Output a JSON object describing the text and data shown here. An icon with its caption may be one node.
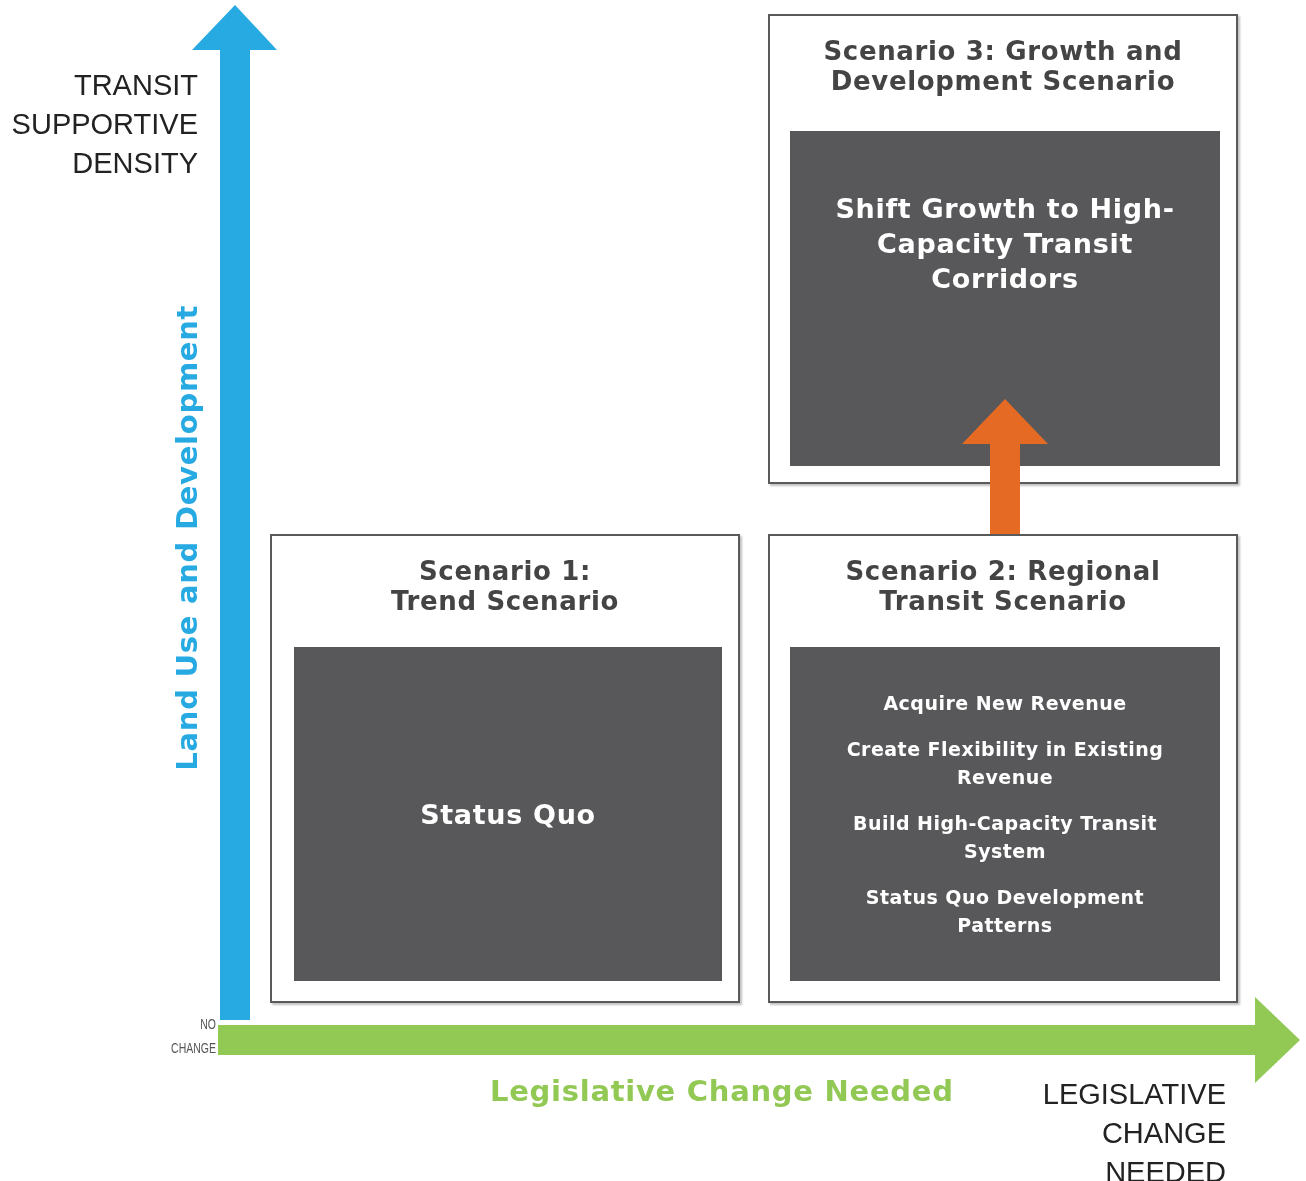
{
  "diagram": {
    "nodes": [
      {
        "text": [
          "Scenario 1: Trend Scenario"
        ]
      },
      {
        "text": [
          "Status Quo"
        ],
        "in": 0
      },
      {
        "text": [
          "Scenario 2: Regional Transit Scenario"
        ]
      },
      {
        "text": [
          "Acquire New Revenue",
          "Create Flexibility in Existing Revenue",
          "Build High-Capacity Transit System",
          "Status Quo Development Patterns"
        ],
        "in": 2
      },
      {
        "text": [
          "Scenario 3: Growth and Development Scenario"
        ]
      },
      {
        "text": [
          "Shift Growth to High-Capacity Transit Corridors"
        ],
        "in": 4
      }
    ],
    "edges": [
      {
        "from": 2,
        "to": 5,
        "arrow": "to",
        "color": "#e56b24"
      }
    ],
    "labels": [
      "TRANSIT SUPPORTIVE DENSITY",
      "Land Use and Development",
      "NO CHANGE",
      "Legislative Change Needed",
      "LEGISLATIVE CHANGE NEEDED"
    ]
  }
}
